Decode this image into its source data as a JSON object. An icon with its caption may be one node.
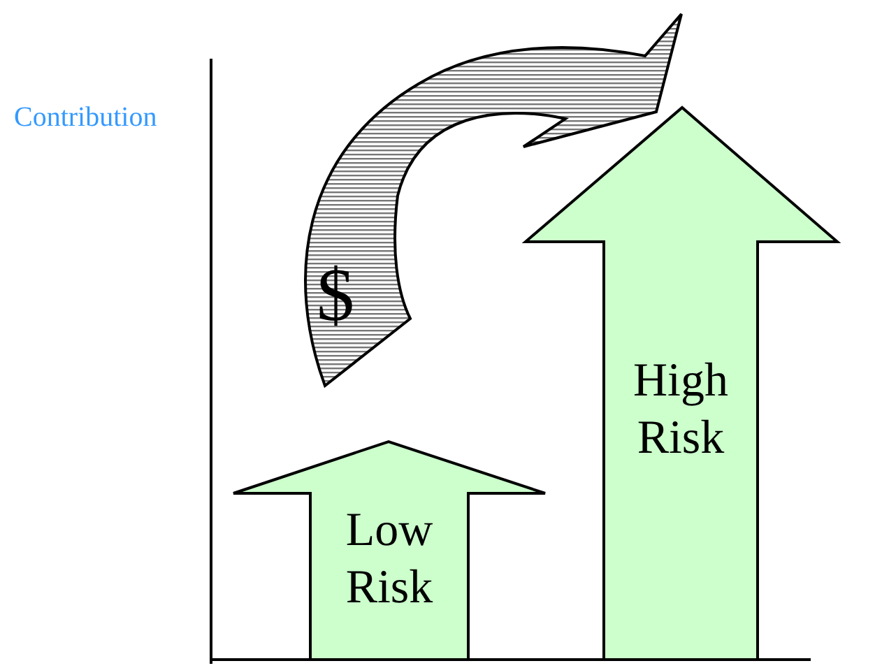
{
  "diagram": {
    "nodes": [
      {
        "text": [
          "Low Risk"
        ]
      },
      {
        "text": [
          "High Risk"
        ]
      }
    ],
    "edges": [
      {
        "from": 0,
        "to": 1,
        "arrow": "to",
        "label": "$"
      }
    ],
    "labels": [
      "Contribution"
    ]
  }
}
